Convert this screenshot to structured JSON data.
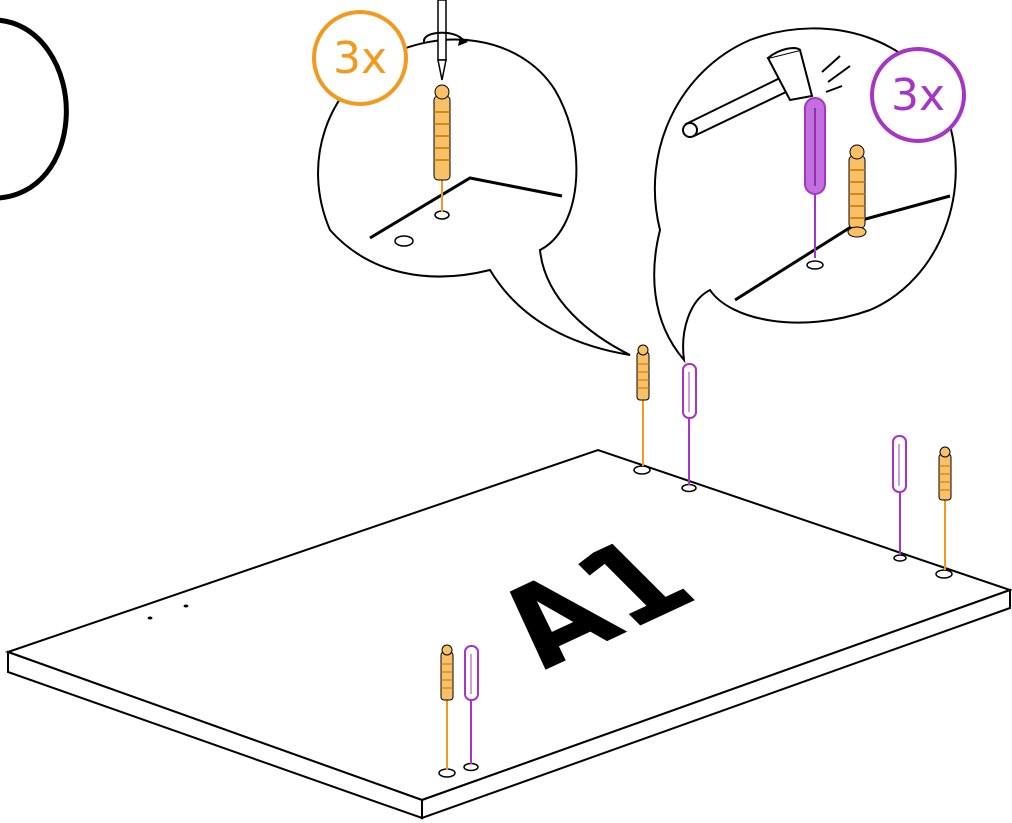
{
  "panel_label": "A1",
  "callouts": [
    {
      "id": "screw",
      "quantity_label": "3x",
      "color": "#f39a1e",
      "tool": "screwdriver-icon"
    },
    {
      "id": "dowel",
      "quantity_label": "3x",
      "color": "#a634c6",
      "tool": "hammer-icon"
    }
  ],
  "colors": {
    "outline": "#000000",
    "cam_bolt": "#f39a1e",
    "dowel": "#a634c6",
    "background": "#ffffff"
  }
}
